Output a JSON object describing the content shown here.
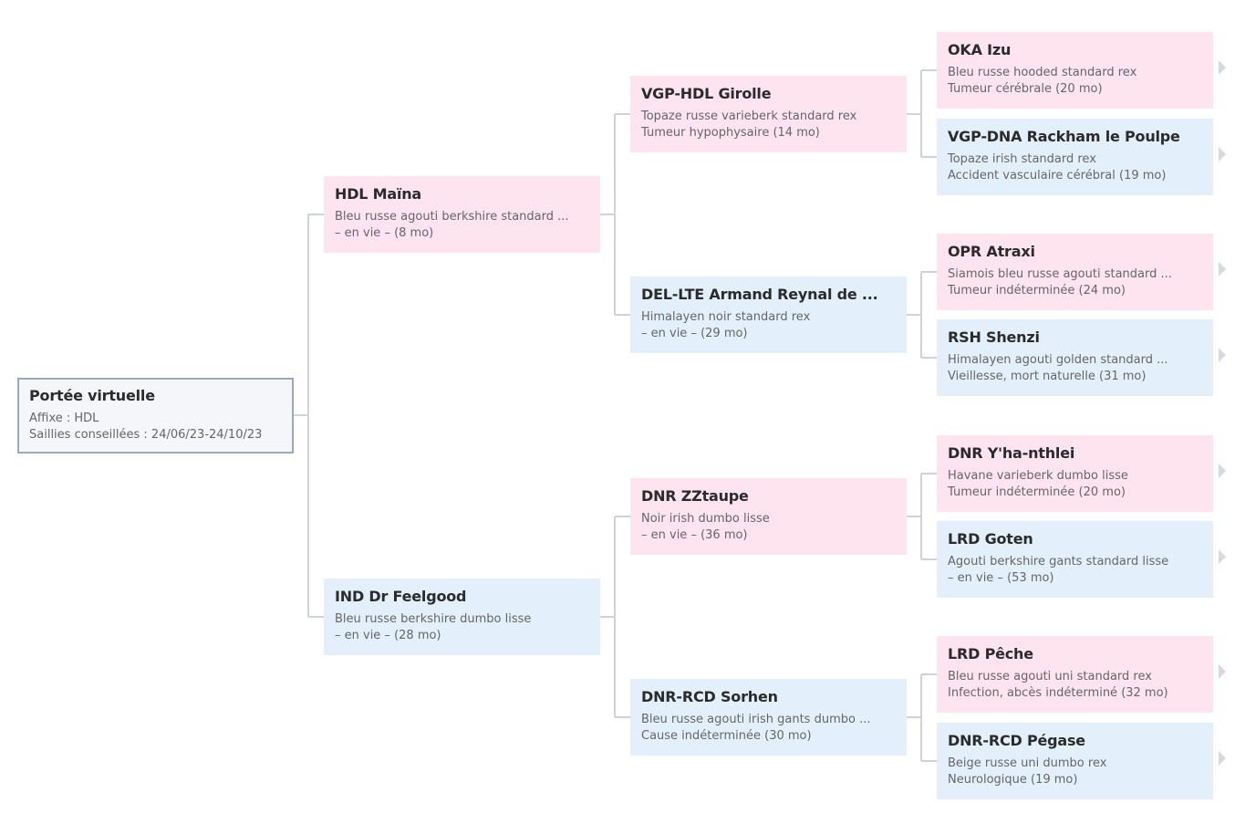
{
  "root": {
    "title": "Portée virtuelle",
    "line1": "Affixe : HDL",
    "line2": "Saillies conseillées : 24/06/23-24/10/23"
  },
  "parents": {
    "dam": {
      "name": "HDL Maïna",
      "line1": "Bleu russe agouti berkshire standard ...",
      "line2": "– en vie – (8 mo)",
      "sex": "female"
    },
    "sire": {
      "name": "IND Dr Feelgood",
      "line1": "Bleu russe berkshire dumbo lisse",
      "line2": "– en vie – (28 mo)",
      "sex": "male"
    }
  },
  "grandparents": {
    "dam_dam": {
      "name": "VGP-HDL Girolle",
      "line1": "Topaze russe varieberk standard rex",
      "line2": "Tumeur hypophysaire (14 mo)",
      "sex": "female"
    },
    "dam_sire": {
      "name": "DEL-LTE Armand Reynal de ...",
      "line1": "Himalayen noir standard rex",
      "line2": "– en vie – (29 mo)",
      "sex": "male"
    },
    "sire_dam": {
      "name": "DNR ZZtaupe",
      "line1": "Noir irish dumbo lisse",
      "line2": "– en vie – (36 mo)",
      "sex": "female"
    },
    "sire_sire": {
      "name": "DNR-RCD Sorhen",
      "line1": "Bleu russe agouti irish gants dumbo ...",
      "line2": "Cause indéterminée (30 mo)",
      "sex": "male"
    }
  },
  "great_grandparents": [
    {
      "name": "OKA Izu",
      "line1": "Bleu russe hooded standard rex",
      "line2": "Tumeur cérébrale (20 mo)",
      "sex": "female"
    },
    {
      "name": "VGP-DNA Rackham le Poulpe",
      "line1": "Topaze irish standard rex",
      "line2": "Accident vasculaire cérébral (19 mo)",
      "sex": "male"
    },
    {
      "name": "OPR Atraxi",
      "line1": "Siamois bleu russe agouti standard ...",
      "line2": "Tumeur indéterminée (24 mo)",
      "sex": "female"
    },
    {
      "name": "RSH Shenzi",
      "line1": "Himalayen agouti golden standard ...",
      "line2": "Vieillesse, mort naturelle (31 mo)",
      "sex": "male"
    },
    {
      "name": "DNR Y'ha-nthlei",
      "line1": "Havane varieberk dumbo lisse",
      "line2": "Tumeur indéterminée (20 mo)",
      "sex": "female"
    },
    {
      "name": "LRD Goten",
      "line1": "Agouti berkshire gants standard lisse",
      "line2": "– en vie – (53 mo)",
      "sex": "male"
    },
    {
      "name": "LRD Pêche",
      "line1": "Bleu russe agouti uni standard rex",
      "line2": "Infection, abcès indéterminé (32 mo)",
      "sex": "female"
    },
    {
      "name": "DNR-RCD Pégase",
      "line1": "Beige russe uni dumbo rex",
      "line2": "Neurologique (19 mo)",
      "sex": "male"
    }
  ],
  "colors": {
    "female": "#fde4ef",
    "male": "#e3f0fb",
    "root_border": "#9aaab8",
    "connector": "#cfd3d7",
    "expand_arrow": "#d6d9dd"
  },
  "icons": {
    "expand": "chevron-right-icon"
  }
}
